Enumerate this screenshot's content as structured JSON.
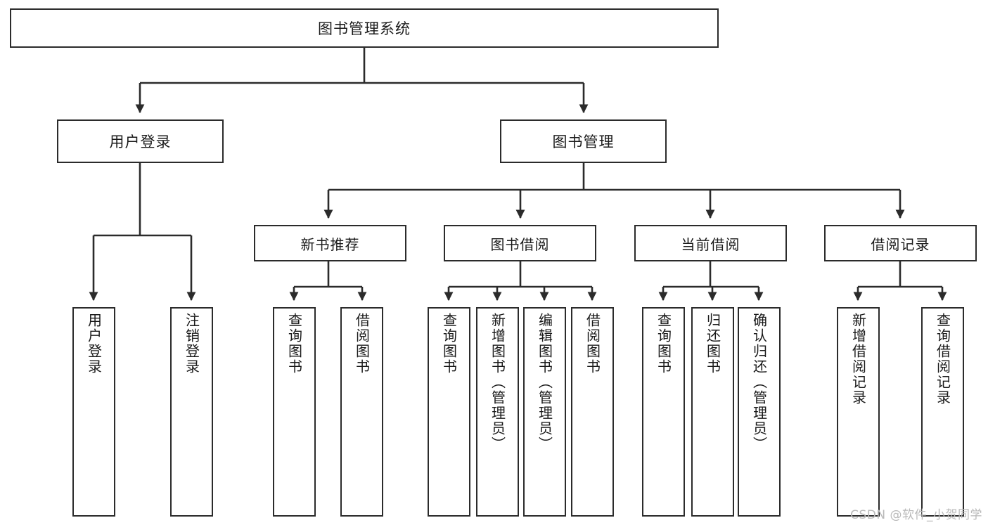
{
  "diagram": {
    "title": "图书管理系统",
    "watermark": "CSDN @软件_小贺同学",
    "line_color": "#2b2b2b",
    "box_border_color": "#2b2b2b",
    "background": "#ffffff",
    "text_color": "#1a1a1a",
    "root": {
      "label": "图书管理系统"
    },
    "level2": [
      {
        "label": "用户登录"
      },
      {
        "label": "图书管理"
      }
    ],
    "level3": [
      {
        "label": "新书推荐"
      },
      {
        "label": "图书借阅"
      },
      {
        "label": "当前借阅"
      },
      {
        "label": "借阅记录"
      }
    ],
    "leaves": {
      "user_login": [
        {
          "label": "用户登录"
        },
        {
          "label": "注销登录"
        }
      ],
      "new_book": [
        {
          "label": "查询图书"
        },
        {
          "label": "借阅图书"
        }
      ],
      "book_borrow": [
        {
          "label": "查询图书"
        },
        {
          "label": "新增图书（管理员）"
        },
        {
          "label": "编辑图书（管理员）"
        },
        {
          "label": "借阅图书"
        }
      ],
      "current_borrow": [
        {
          "label": "查询图书"
        },
        {
          "label": "归还图书"
        },
        {
          "label": "确认归还（管理员）"
        }
      ],
      "borrow_record": [
        {
          "label": "新增借阅记录"
        },
        {
          "label": "查询借阅记录"
        }
      ]
    }
  }
}
